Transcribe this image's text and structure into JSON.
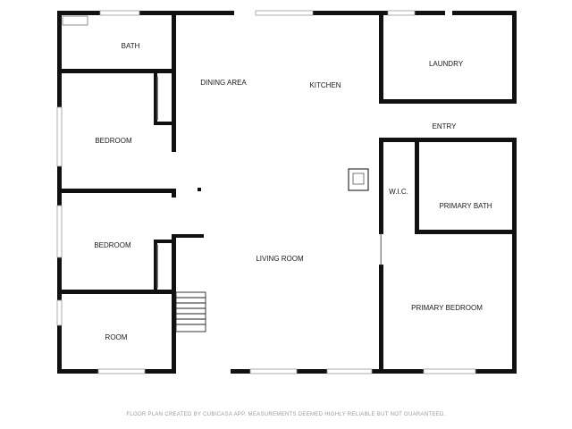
{
  "rooms": {
    "bath": "BATH",
    "dining_area": "DINING AREA",
    "kitchen": "KITCHEN",
    "laundry": "LAUNDRY",
    "entry": "ENTRY",
    "bedroom_1": "BEDROOM",
    "wic": "W.I.C.",
    "primary_bath": "PRIMARY BATH",
    "bedroom_2": "BEDROOM",
    "living_room": "LIVING ROOM",
    "primary_bedroom": "PRIMARY BEDROOM",
    "room": "ROOM"
  },
  "footer": {
    "disclaimer": "FLOOR PLAN CREATED BY CUBICASA APP. MEASUREMENTS DEEMED HIGHLY RELIABLE BUT NOT GUARANTEED."
  }
}
